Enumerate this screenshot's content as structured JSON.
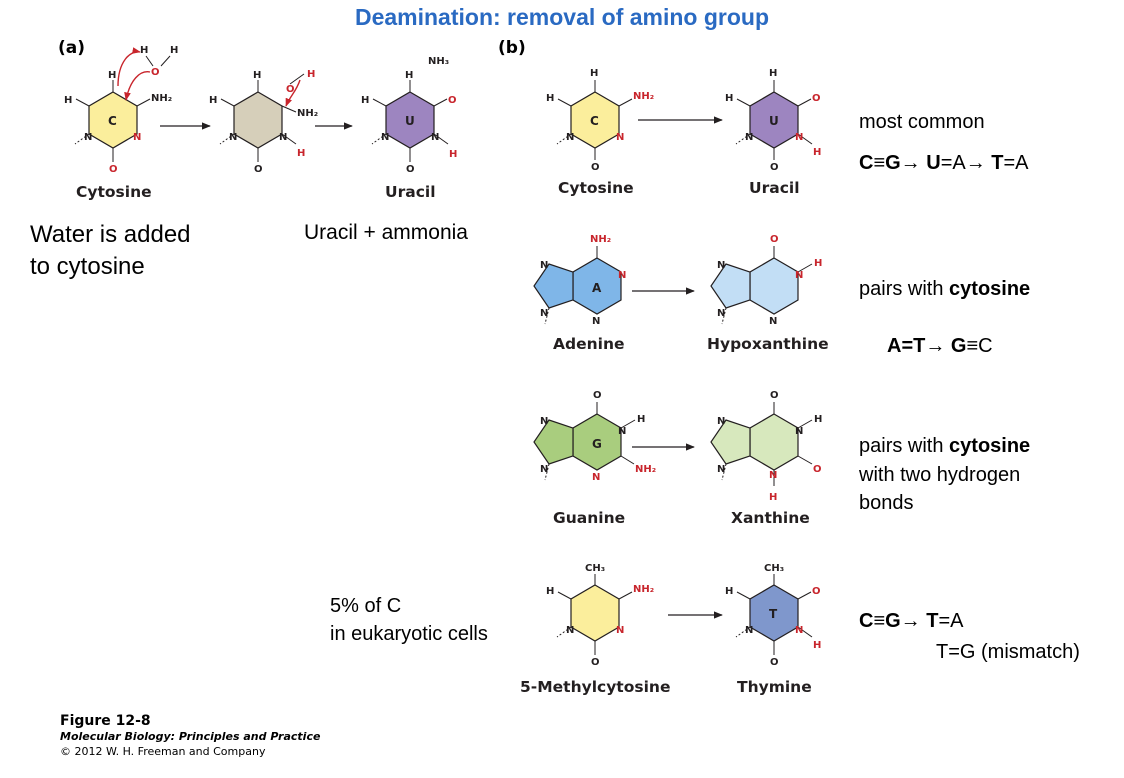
{
  "title": "Deamination: removal of amino group",
  "panels": {
    "a": "(a)",
    "b": "(b)"
  },
  "names": {
    "cytosine_a": "Cytosine",
    "uracil_a": "Uracil",
    "cytosine_b": "Cytosine",
    "uracil_b": "Uracil",
    "adenine": "Adenine",
    "hypoxanthine": "Hypoxanthine",
    "guanine": "Guanine",
    "xanthine": "Xanthine",
    "methylcytosine": "5-Methylcytosine",
    "thymine": "Thymine"
  },
  "ring_letters": {
    "c": "C",
    "u": "U",
    "a": "A",
    "g": "G",
    "t": "T"
  },
  "atom_labels": {
    "h": "H",
    "n": "N",
    "o": "O",
    "nh2": "NH₂",
    "nh3": "NH₃",
    "ch3": "CH₃"
  },
  "ring_colors": {
    "cytosine": "#fbee9c",
    "intermediate": "#d6cfba",
    "uracil": "#9d85c0",
    "adenine": "#7fb6e8",
    "hypoxanthine": "#c2def5",
    "guanine": "#a9cd7e",
    "xanthine": "#d7e8bd",
    "methylcytosine": "#fbee9c",
    "thymine": "#7f97cc",
    "heteroatom_red": "#c8252c",
    "title_blue": "#2a6ac2"
  },
  "notes": {
    "water_line1": "Water is added",
    "water_line2": "to cytosine",
    "uracil_ammonia": "Uracil + ammonia",
    "most_common": "most common",
    "c_g_line": {
      "p1": "C≡G→ ",
      "b1": "U",
      "p2": "=A→ ",
      "b2": "T",
      "p3": "=A"
    },
    "adenine_pairs": {
      "p1": "pairs with ",
      "b1": "cytosine"
    },
    "a_t_line": {
      "p1": "A=T→ ",
      "b1": "G",
      "p2": "≡C"
    },
    "guanine_pairs": {
      "p1": "pairs with ",
      "b1": "cytosine",
      "line2": "with two hydrogen",
      "line3": "bonds"
    },
    "five_pct_line1": "5% of C",
    "five_pct_line2": "in eukaryotic cells",
    "methyl_line1": {
      "p1": "C≡G→ ",
      "b1": "T",
      "p2": "=A"
    },
    "methyl_line2": "T=G (mismatch)"
  },
  "figure": {
    "number": "Figure 12-8",
    "book": "Molecular Biology: Principles and Practice",
    "copyright": "© 2012 W. H. Freeman and Company"
  }
}
